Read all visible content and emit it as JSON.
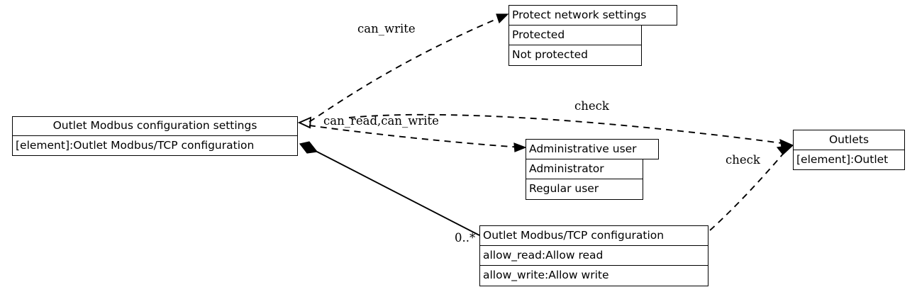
{
  "diagram": {
    "type": "uml-class-diagram",
    "background_color": "#ffffff",
    "line_color": "#000000",
    "text_color": "#000000"
  },
  "nodes": {
    "outlet_modbus_configuration_settings": {
      "title": "Outlet Modbus configuration settings",
      "rows": [
        "[element]:Outlet Modbus/TCP configuration"
      ]
    },
    "protect_network_settings": {
      "title": "Protect network settings",
      "rows": [
        "Protected",
        "Not protected"
      ]
    },
    "administrative_user": {
      "title": "Administrative user",
      "rows": [
        "Administrator",
        "Regular user"
      ]
    },
    "outlets": {
      "title": "Outlets",
      "rows": [
        "[element]:Outlet"
      ]
    },
    "outlet_modbus_tcp_configuration": {
      "title": "Outlet Modbus/TCP configuration",
      "rows": [
        "allow_read:Allow read",
        "allow_write:Allow write"
      ]
    }
  },
  "edges": {
    "can_write": {
      "label": "can_write",
      "style": "dashed",
      "arrow": "open"
    },
    "can_read_can_write": {
      "label": "can_read,can_write",
      "style": "dashed",
      "arrow": "open"
    },
    "check_settings_to_outlets": {
      "label": "check",
      "style": "dashed",
      "arrow": "open"
    },
    "check_config_to_outlets": {
      "label": "check",
      "style": "dashed",
      "arrow": "open"
    },
    "composition_to_config": {
      "label": "",
      "multiplicity": "0..*",
      "style": "solid",
      "arrow": "filled-diamond"
    }
  }
}
